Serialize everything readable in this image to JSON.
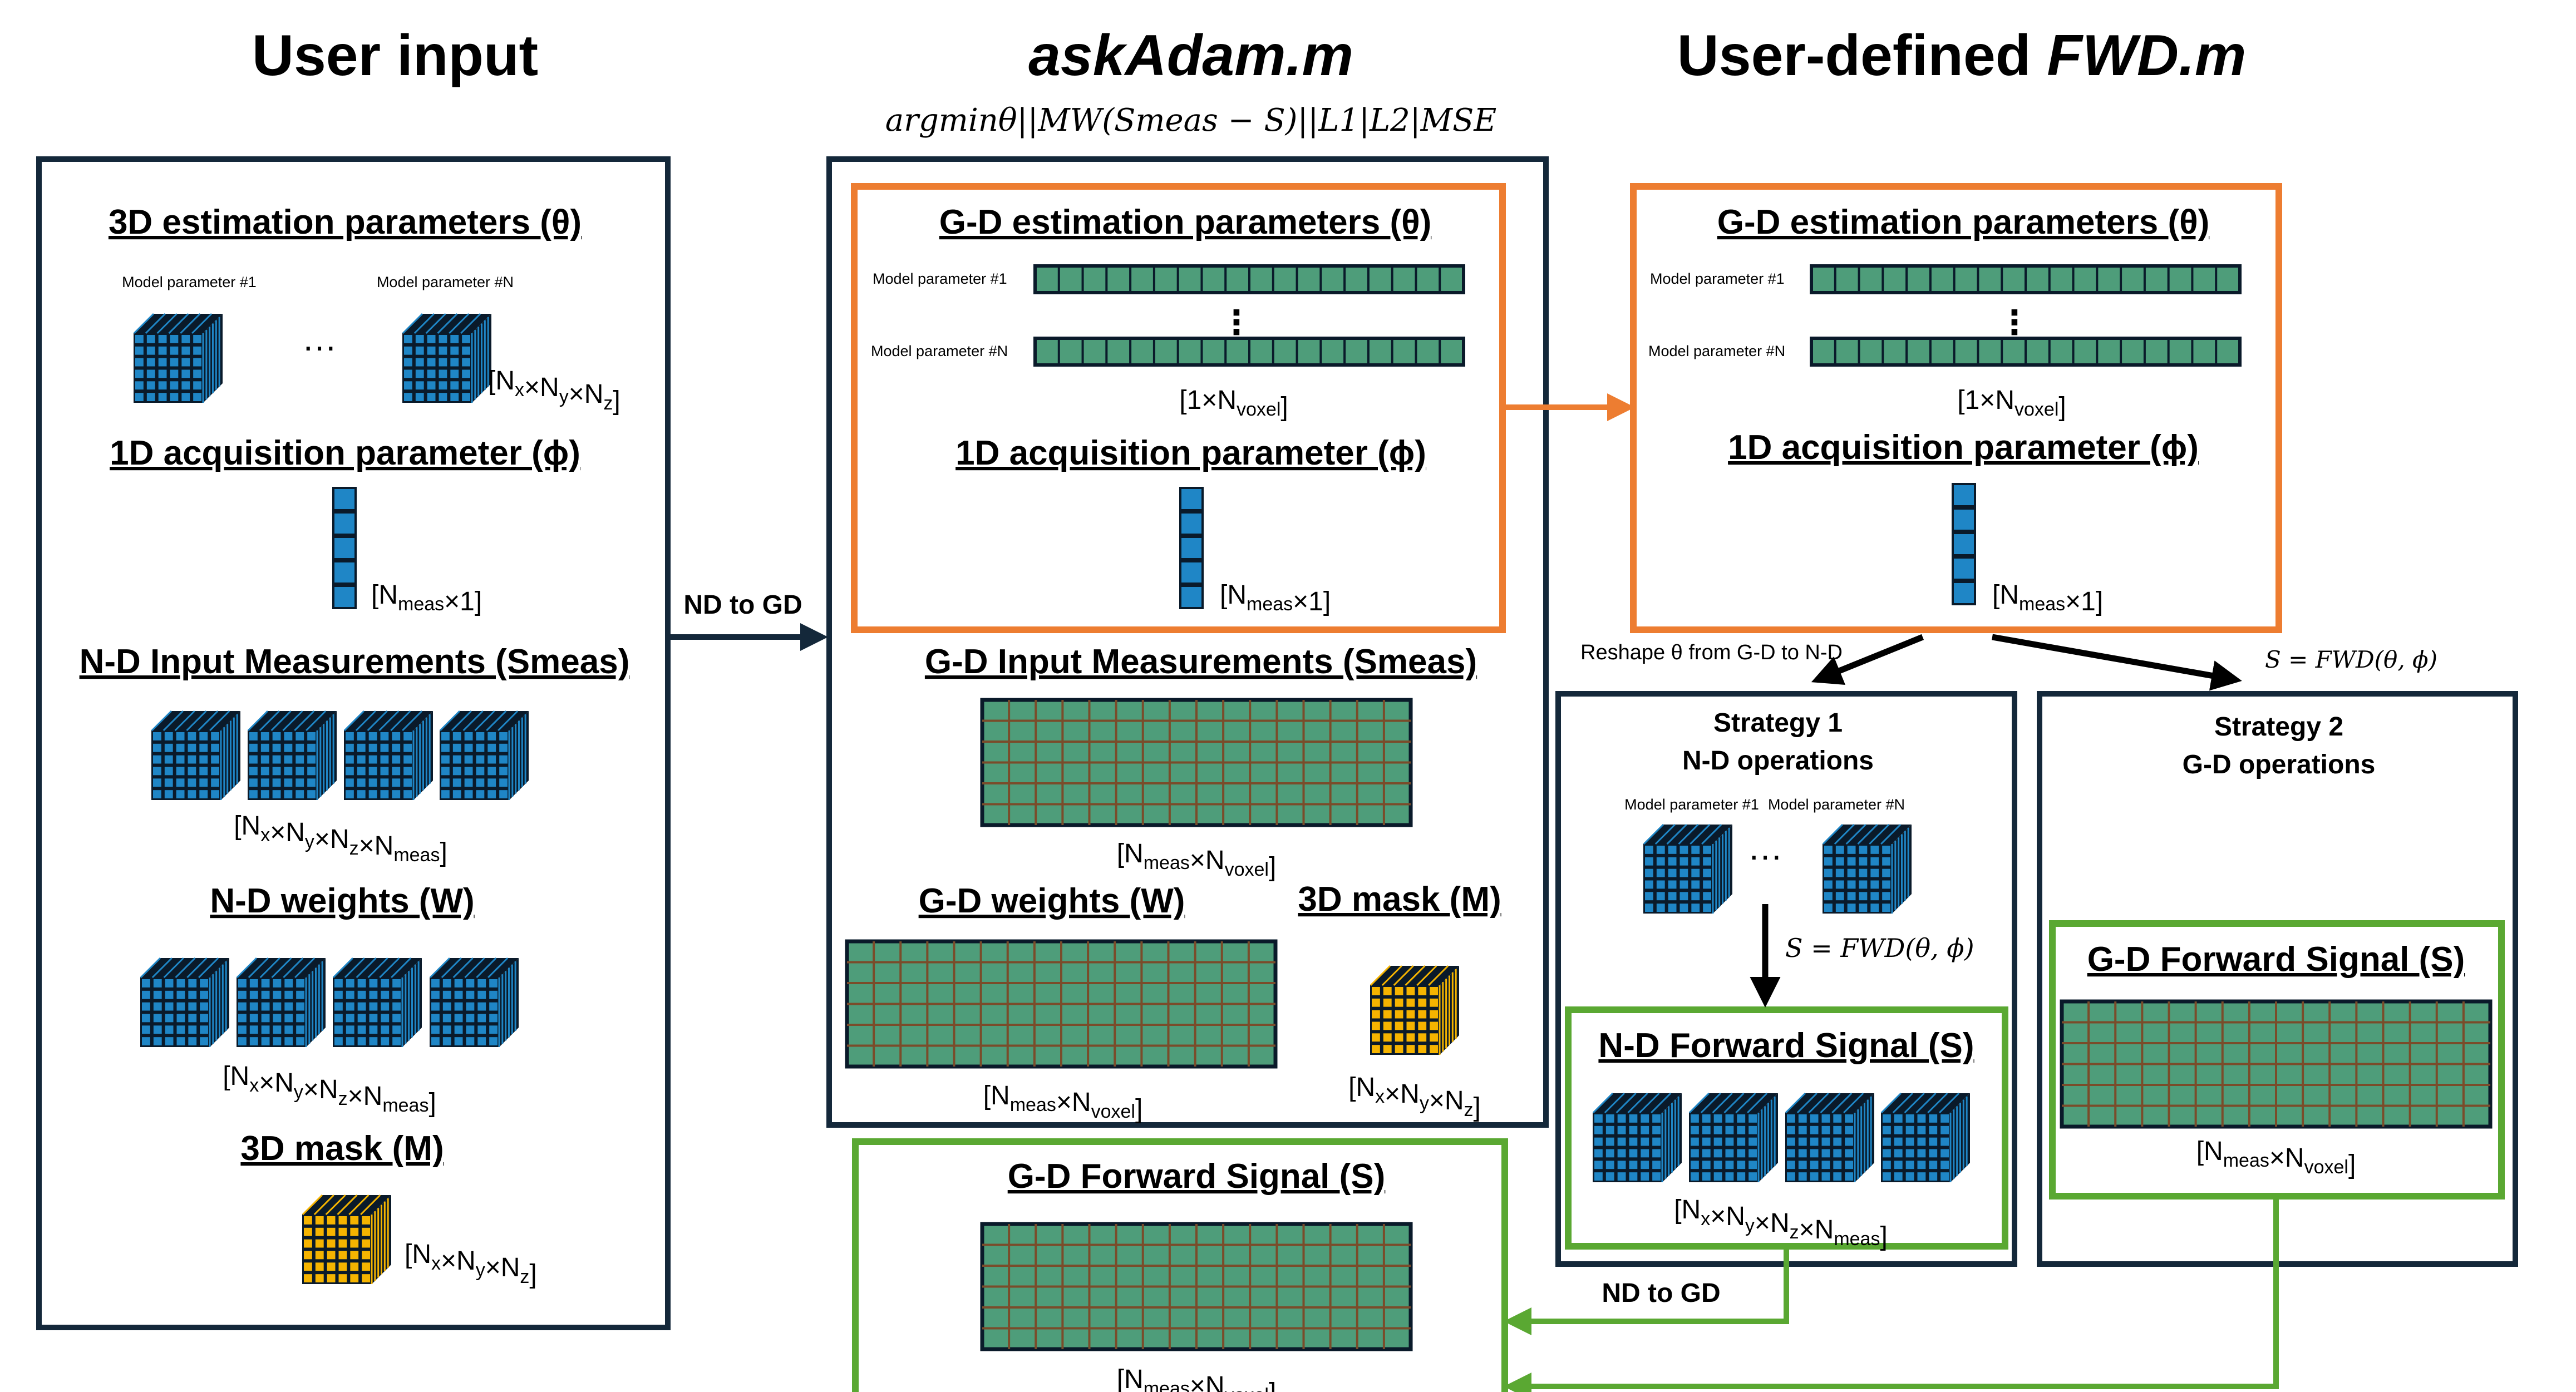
{
  "headers": {
    "col1": "User input",
    "col2": "askAdam.m",
    "col3_prefix": "User-defined ",
    "col3_italic": "FWD.m",
    "objective": "argminθ||MW(Smeas − S)||L1|L2|MSE"
  },
  "user_input": {
    "est_title": "3D estimation parameters (θ)",
    "param_first": "Model parameter #1",
    "param_last": "Model parameter #N",
    "ellipsis": "…",
    "dim_xyz": "[Nx×Ny×Nz]",
    "acq_title": "1D acquisition parameter (ϕ)",
    "dim_meas1": "[Nmeas×1]",
    "meas_title": "N-D Input Measurements (Smeas)",
    "dim_xyzm": "[Nx×Ny×Nz×Nmeas]",
    "weights_title": "N-D weights (W)",
    "mask_title": "3D mask (M)"
  },
  "nd_to_gd_top": "ND to GD",
  "askadam": {
    "est_title": "G-D estimation parameters (θ)",
    "param_first": "Model parameter #1",
    "param_last": "Model parameter #N",
    "dim_voxel": "[1×Nvoxel]",
    "acq_title": "1D acquisition parameter (ϕ)",
    "dim_meas1": "[Nmeas×1]",
    "meas_title": "G-D Input Measurements (Smeas)",
    "dim_meas_voxel": "[Nmeas×Nvoxel]",
    "weights_title": "G-D weights (W)",
    "mask_title": "3D mask (M)",
    "dim_xyz": "[Nx×Ny×Nz]",
    "forward_title": "G-D Forward Signal (S)"
  },
  "fwd": {
    "est_title": "G-D estimation parameters (θ)",
    "param_first": "Model parameter #1",
    "param_last": "Model parameter #N",
    "dim_voxel": "[1×Nvoxel]",
    "acq_title": "1D acquisition parameter (ϕ)",
    "dim_meas1": "[Nmeas×1]",
    "reshape_label": "Reshape θ from G-D to N-D",
    "s_eq": "S = FWD(θ, ϕ)",
    "strategy1_line1": "Strategy 1",
    "strategy1_line2": "N-D operations",
    "strategy2_line1": "Strategy 2",
    "strategy2_line2": "G-D operations",
    "s1_param_first": "Model parameter #1",
    "s1_param_last": "Model parameter #N",
    "s1_eq": "S = FWD(θ, ϕ)",
    "s1_forward_title": "N-D Forward Signal (S)",
    "s1_dim": "[Nx×Ny×Nz×Nmeas]",
    "s2_forward_title": "G-D Forward Signal (S)",
    "s2_dim": "[Nmeas×Nvoxel]",
    "nd_to_gd_bottom": "ND to GD"
  },
  "colors": {
    "dark_border": "#14283a",
    "orange": "#ed7d31",
    "green_border": "#5aa832",
    "green_fill": "#4e9d7a",
    "green_grid": "#7a4c2a",
    "cube_blue": "#1f86c6",
    "cube_yellow": "#f5b400",
    "cube_dark": "#0a1a2a"
  }
}
